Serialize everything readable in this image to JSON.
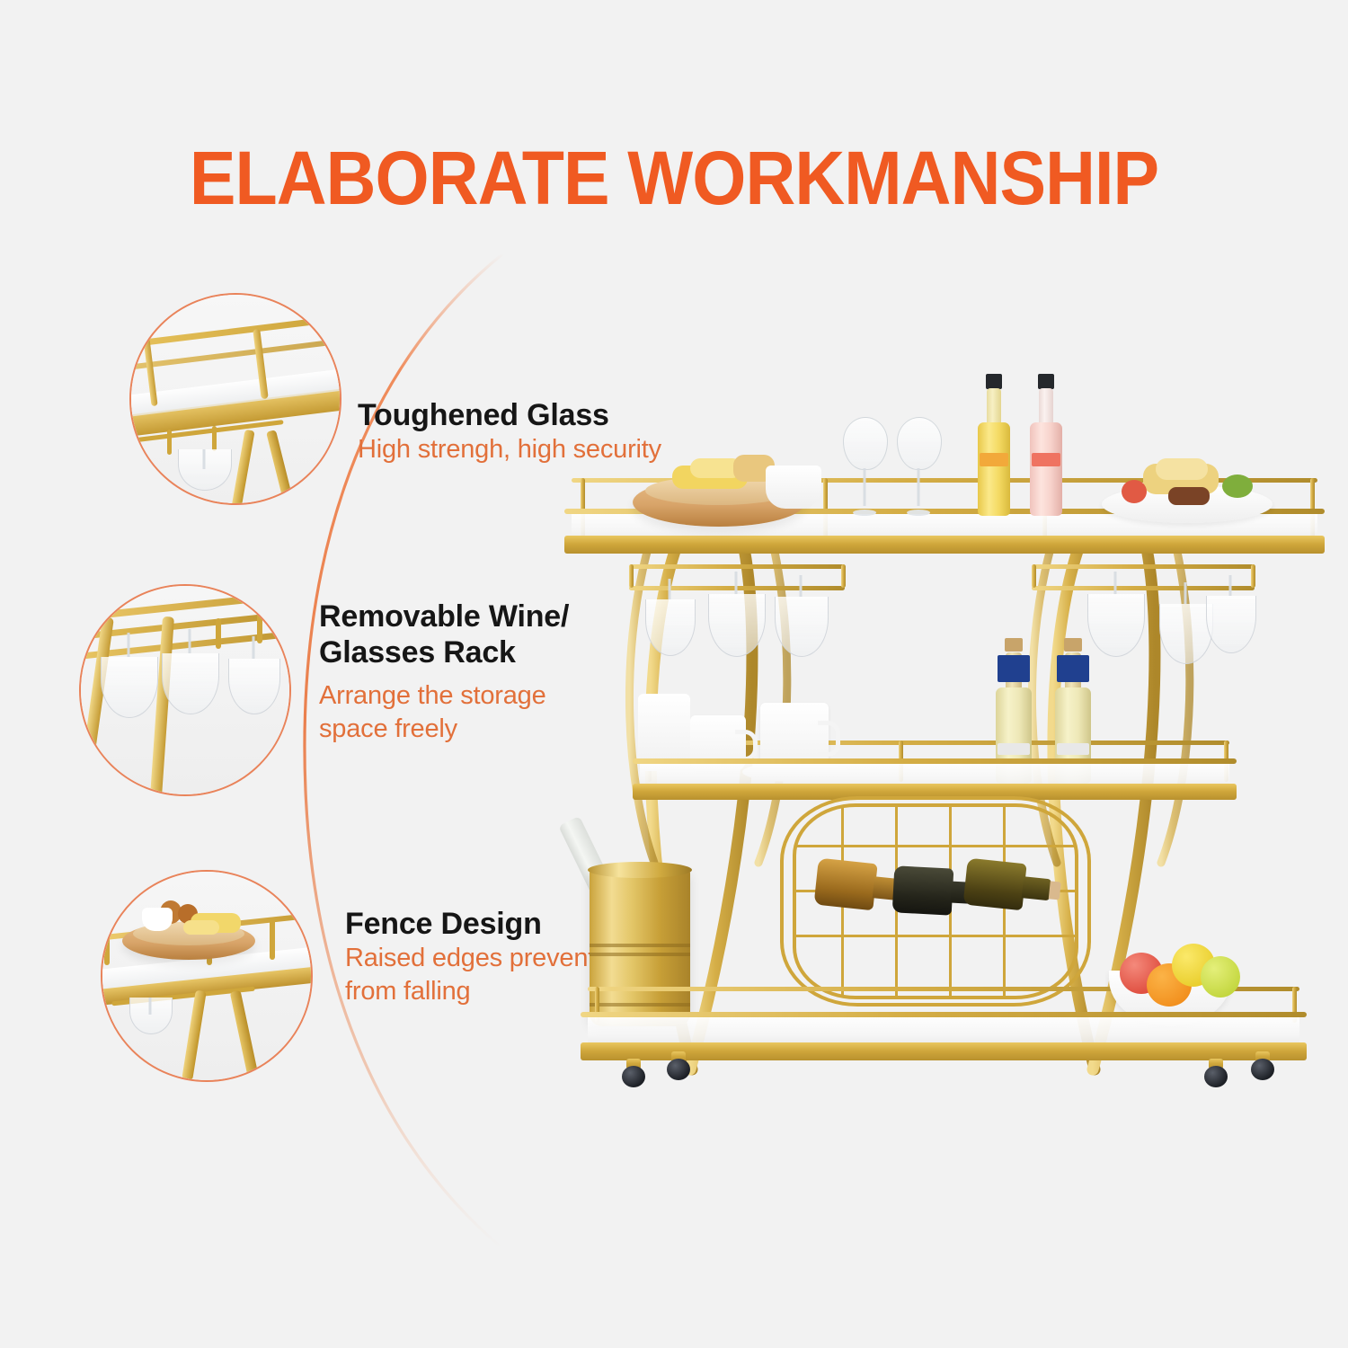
{
  "page": {
    "background_color": "#f2f2f2",
    "accent_color": "#f05a22",
    "subtitle_color": "#e2703a",
    "heading_color": "#161616",
    "gold_color": "#cfa63b"
  },
  "header": {
    "title": "ELABORATE WORKMANSHIP"
  },
  "features": [
    {
      "id": "toughened-glass",
      "title": "Toughened Glass",
      "subtitle": "High strengh, high security",
      "thumb_alt": "close-up of gold framed tempered glass shelf with raised rail"
    },
    {
      "id": "wine-glass-rack",
      "title_line1": "Removable Wine/",
      "title_line2": "Glasses Rack",
      "subtitle_line1": "Arrange the storage",
      "subtitle_line2": "space freely",
      "thumb_alt": "close-up of stemware hanging upside down from gold rack"
    },
    {
      "id": "fence-design",
      "title": "Fence Design",
      "subtitle_line1": "Raised edges prevent",
      "subtitle_line2": "from falling",
      "thumb_alt": "close-up of shelf with wooden tray of snacks behind gold fence rail"
    }
  ],
  "product": {
    "name": "three-tier gold bar cart",
    "shelves": [
      {
        "level": "top",
        "items": [
          "wooden tray with snacks",
          "white bowl",
          "two wine glasses",
          "yellow soda bottle",
          "pink soda bottle",
          "plate of pasta with vegetables"
        ]
      },
      {
        "level": "middle",
        "items": [
          "white mugs",
          "white cup and saucer",
          "two cider bottles"
        ]
      },
      {
        "level": "bottom",
        "items": [
          "gold ice bucket with bottle",
          "white bowl of fruit"
        ]
      }
    ],
    "wine_rack": {
      "bottle_count": 3,
      "orientation": "horizontal"
    },
    "glass_rack": {
      "hanging_glasses": 6
    },
    "casters": 4
  }
}
